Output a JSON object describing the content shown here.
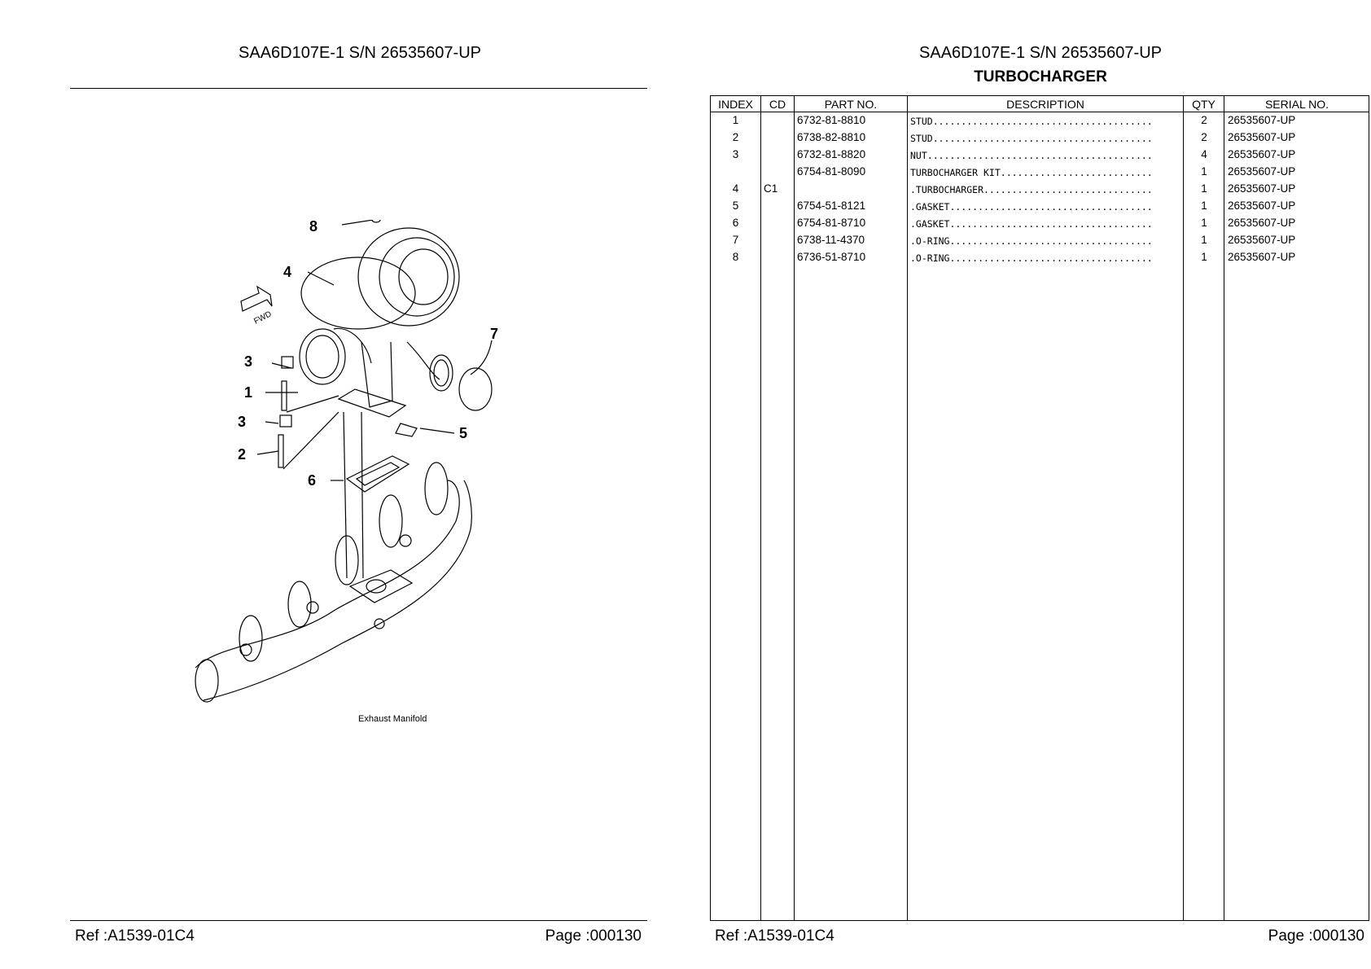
{
  "left_page": {
    "title": "SAA6D107E-1 S/N 26535607-UP",
    "ref": "Ref :A1539-01C4",
    "page": "Page :000130",
    "drawing": {
      "fwd_label": "FWD",
      "manifold_label": "Exhaust Manifold",
      "callouts": [
        "1",
        "2",
        "3",
        "3",
        "4",
        "5",
        "6",
        "7",
        "8"
      ]
    }
  },
  "right_page": {
    "title": "SAA6D107E-1 S/N 26535607-UP",
    "subtitle": "TURBOCHARGER",
    "ref": "Ref :A1539-01C4",
    "page": "Page :000130",
    "table": {
      "headers": {
        "index": "INDEX",
        "cd": "CD",
        "part_no": "PART NO.",
        "description": "DESCRIPTION",
        "qty": "QTY",
        "serial_no": "SERIAL NO."
      },
      "rows": [
        {
          "index": "1",
          "cd": "",
          "part_no": "6732-81-8810",
          "description": "STUD.......................................",
          "qty": "2",
          "serial_no": "26535607-UP"
        },
        {
          "index": "2",
          "cd": "",
          "part_no": "6738-82-8810",
          "description": "STUD.......................................",
          "qty": "2",
          "serial_no": "26535607-UP"
        },
        {
          "index": "3",
          "cd": "",
          "part_no": "6732-81-8820",
          "description": "NUT........................................",
          "qty": "4",
          "serial_no": "26535607-UP"
        },
        {
          "index": "",
          "cd": "",
          "part_no": "6754-81-8090",
          "description": "TURBOCHARGER KIT...........................",
          "qty": "1",
          "serial_no": "26535607-UP"
        },
        {
          "index": "4",
          "cd": "C1",
          "part_no": "",
          "description": ".TURBOCHARGER..............................",
          "qty": "1",
          "serial_no": "26535607-UP"
        },
        {
          "index": "5",
          "cd": "",
          "part_no": "6754-51-8121",
          "description": ".GASKET....................................",
          "qty": "1",
          "serial_no": "26535607-UP"
        },
        {
          "index": "6",
          "cd": "",
          "part_no": "6754-81-8710",
          "description": ".GASKET....................................",
          "qty": "1",
          "serial_no": "26535607-UP"
        },
        {
          "index": "7",
          "cd": "",
          "part_no": "6738-11-4370",
          "description": ".O-RING....................................",
          "qty": "1",
          "serial_no": "26535607-UP"
        },
        {
          "index": "8",
          "cd": "",
          "part_no": "6736-51-8710",
          "description": ".O-RING....................................",
          "qty": "1",
          "serial_no": "26535607-UP"
        }
      ]
    }
  }
}
